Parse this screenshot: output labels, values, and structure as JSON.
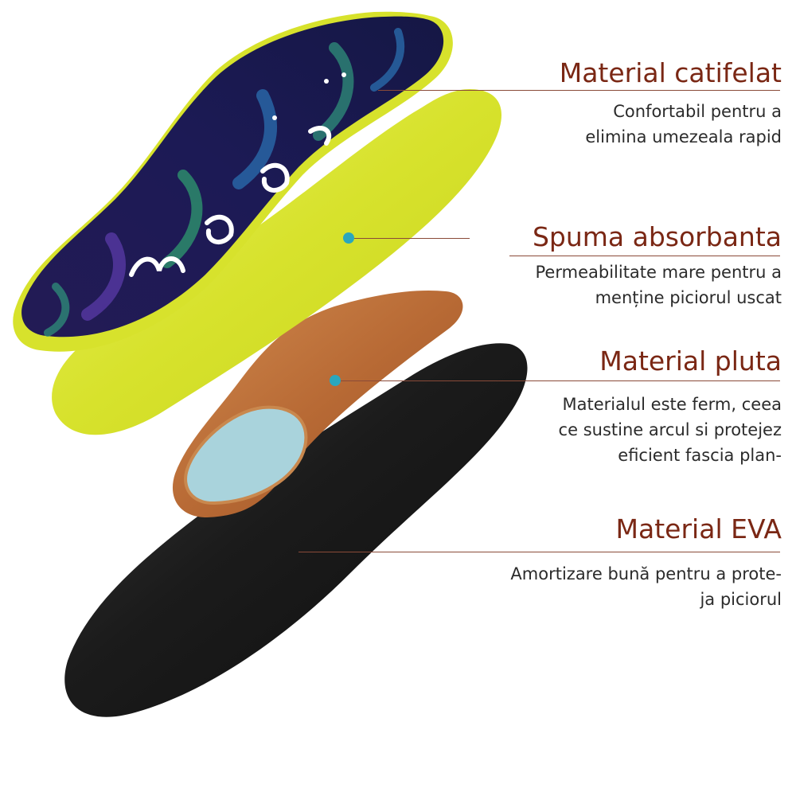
{
  "colors": {
    "title": "#7a2714",
    "leader": "#8a4a38",
    "dot": "#2aa7bd",
    "top_layer": "#1c1a55",
    "foam": "#d7e22c",
    "cork": "#b86a35",
    "gel": "#a9d3dc",
    "eva": "#1b1b1b"
  },
  "layers": [
    {
      "title": "Material catifelat",
      "desc": [
        "Confortabil pentru a",
        "elimina umezeala rapid"
      ]
    },
    {
      "title": "Spuma absorbanta",
      "desc": [
        "Permeabilitate mare pentru a",
        "menține piciorul uscat"
      ]
    },
    {
      "title": "Material pluta",
      "desc": [
        "Materialul este ferm, ceea",
        "ce sustine arcul si protejez",
        "eficient fascia plan-"
      ]
    },
    {
      "title": "Material EVA",
      "desc": [
        "Amortizare bună pentru a prote-",
        "ja piciorul"
      ]
    }
  ]
}
